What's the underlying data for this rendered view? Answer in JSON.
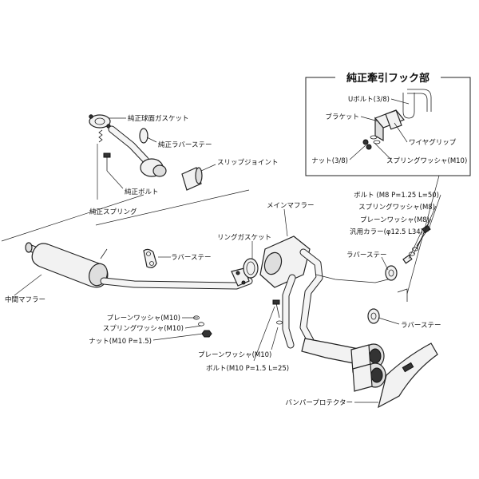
{
  "inset": {
    "title": "純正牽引フック部"
  },
  "labels": {
    "gasket_ball": "純正球面ガスケット",
    "rubber_stay_oem": "純正ラバーステー",
    "slip_joint": "スリップジョイント",
    "bolt_oem": "純正ボルト",
    "spring_oem": "純正スプリング",
    "u_bolt": "Uボルト(3/8)",
    "bracket": "ブラケット",
    "wire_grip": "ワイヤグリップ",
    "nut_38": "ナット(3/8)",
    "spring_washer_m10_inset": "スプリングワッシャ(M10)",
    "main_muffler": "メインマフラー",
    "bolt_m8": "ボルト (M8 P=1.25 L=50)",
    "spring_washer_m8": "スプリングワッシャ(M8)",
    "plain_washer_m8": "プレーンワッシャ(M8)",
    "collar": "汎用カラー(φ12.5 L34)",
    "rubber_stay_1": "ラバーステー",
    "ring_gasket": "リングガスケット",
    "rubber_stay_2": "ラバーステー",
    "rubber_stay_3": "ラバーステー",
    "middle_muffler": "中間マフラー",
    "plain_washer_m10_a": "プレーンワッシャ(M10)",
    "spring_washer_m10": "スプリングワッシャ(M10)",
    "nut_m10": "ナット(M10 P=1.5)",
    "plain_washer_m10_b": "プレーンワッシャ(M10)",
    "bolt_m10": "ボルト(M10 P=1.5 L=25)",
    "bumper_protector": "バンパープロテクター"
  }
}
